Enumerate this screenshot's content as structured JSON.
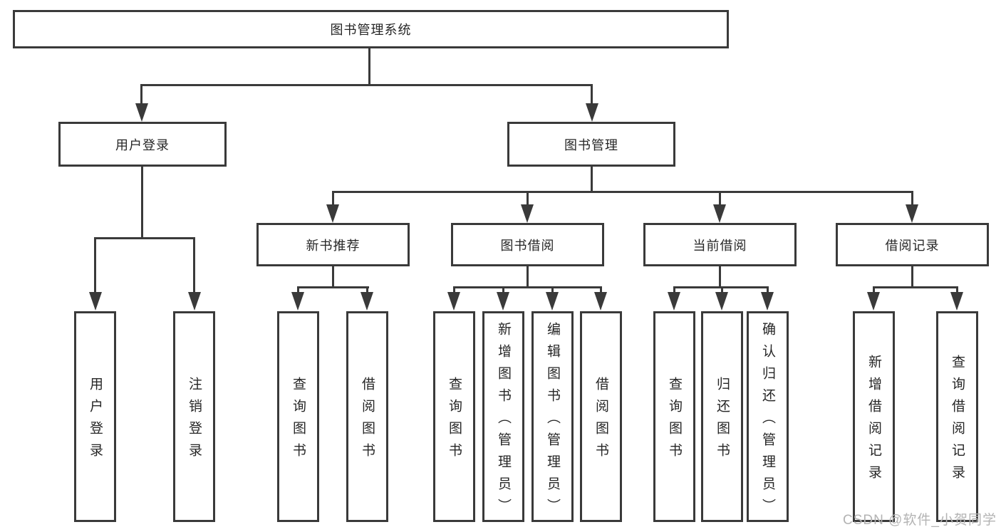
{
  "diagram": {
    "root": {
      "label": "图书管理系统"
    },
    "children": [
      {
        "label": "用户登录",
        "children": [
          {
            "label": "用户登录"
          },
          {
            "label": "注销登录"
          }
        ]
      },
      {
        "label": "图书管理",
        "children": [
          {
            "label": "新书推荐",
            "children": [
              {
                "label": "查询图书"
              },
              {
                "label": "借阅图书"
              }
            ]
          },
          {
            "label": "图书借阅",
            "children": [
              {
                "label": "查询图书"
              },
              {
                "label": "新增图书（管理员）"
              },
              {
                "label": "编辑图书（管理员）"
              },
              {
                "label": "借阅图书"
              }
            ]
          },
          {
            "label": "当前借阅",
            "children": [
              {
                "label": "查询图书"
              },
              {
                "label": "归还图书"
              },
              {
                "label": "确认归还（管理员）"
              }
            ]
          },
          {
            "label": "借阅记录",
            "children": [
              {
                "label": "新增借阅记录"
              },
              {
                "label": "查询借阅记录"
              }
            ]
          }
        ]
      }
    ]
  },
  "watermark": {
    "text": "CSDN @软件_小贺同学"
  },
  "colors": {
    "line": "#3a3a3a",
    "text": "#262626",
    "watermark": "#b3b3b3",
    "background": "#ffffff"
  }
}
